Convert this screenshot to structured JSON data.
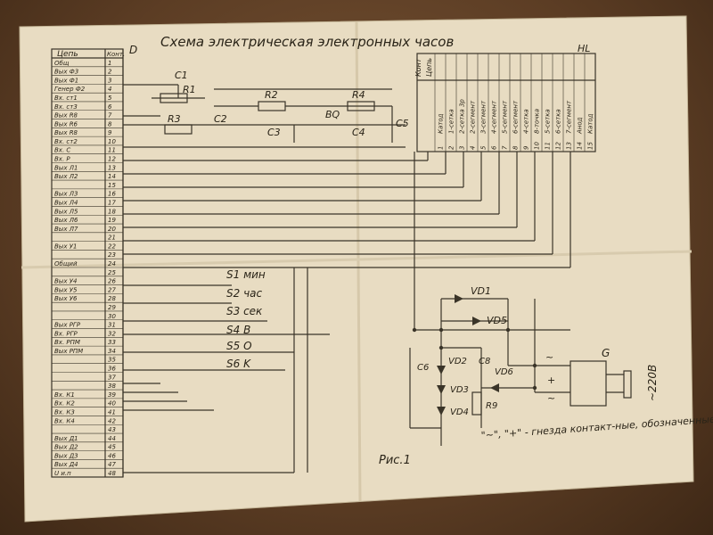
{
  "title": "Схема электрическая электронных часов",
  "designators": {
    "D": "D",
    "HL": "HL",
    "G": "G"
  },
  "left_table": {
    "header_col1": "Цепь",
    "header_col2": "Конт.",
    "rows": [
      {
        "n": "1",
        "name": "Общ"
      },
      {
        "n": "2",
        "name": "Вых Ф3"
      },
      {
        "n": "3",
        "name": "Вых Ф1"
      },
      {
        "n": "4",
        "name": "Генер Ф2"
      },
      {
        "n": "5",
        "name": "Вх. ст1"
      },
      {
        "n": "6",
        "name": "Вх. ст3"
      },
      {
        "n": "7",
        "name": "Вых R8"
      },
      {
        "n": "8",
        "name": "Вых R6"
      },
      {
        "n": "9",
        "name": "Вых R8"
      },
      {
        "n": "10",
        "name": "Вх. ст2"
      },
      {
        "n": "11",
        "name": "Вх. С"
      },
      {
        "n": "12",
        "name": "Вх. Р"
      },
      {
        "n": "13",
        "name": "Вых Л1"
      },
      {
        "n": "14",
        "name": "Вых Л2"
      },
      {
        "n": "15",
        "name": ""
      },
      {
        "n": "16",
        "name": "Вых Л3"
      },
      {
        "n": "17",
        "name": "Вых Л4"
      },
      {
        "n": "18",
        "name": "Вых Л5"
      },
      {
        "n": "19",
        "name": "Вых Л6"
      },
      {
        "n": "20",
        "name": "Вых Л7"
      },
      {
        "n": "21",
        "name": ""
      },
      {
        "n": "22",
        "name": "Вых У1"
      },
      {
        "n": "23",
        "name": ""
      },
      {
        "n": "24",
        "name": "Общий"
      },
      {
        "n": "25",
        "name": ""
      },
      {
        "n": "26",
        "name": "Вых У4"
      },
      {
        "n": "27",
        "name": "Вых У5"
      },
      {
        "n": "28",
        "name": "Вых У6"
      },
      {
        "n": "29",
        "name": ""
      },
      {
        "n": "30",
        "name": ""
      },
      {
        "n": "31",
        "name": "Вых РГР"
      },
      {
        "n": "32",
        "name": "Вх. РГР"
      },
      {
        "n": "33",
        "name": "Вх. РПМ"
      },
      {
        "n": "34",
        "name": "Вых РПМ"
      },
      {
        "n": "35",
        "name": ""
      },
      {
        "n": "36",
        "name": ""
      },
      {
        "n": "37",
        "name": ""
      },
      {
        "n": "38",
        "name": ""
      },
      {
        "n": "39",
        "name": "Вх. К1"
      },
      {
        "n": "40",
        "name": "Вх. К2"
      },
      {
        "n": "41",
        "name": "Вх. К3"
      },
      {
        "n": "42",
        "name": "Вх. К4"
      },
      {
        "n": "43",
        "name": ""
      },
      {
        "n": "44",
        "name": "Вых Д1"
      },
      {
        "n": "45",
        "name": "Вых Д2"
      },
      {
        "n": "46",
        "name": "Вых Д3"
      },
      {
        "n": "47",
        "name": "Вых Д4"
      },
      {
        "n": "48",
        "name": "U и.п"
      }
    ]
  },
  "right_table": {
    "header_col1": "Конт",
    "header_col2": "Цепь",
    "rows": [
      {
        "n": "1",
        "name": "Катод"
      },
      {
        "n": "2",
        "name": "1-сетка"
      },
      {
        "n": "3",
        "name": "2-сетка 3р"
      },
      {
        "n": "4",
        "name": "2-сегмент"
      },
      {
        "n": "5",
        "name": "3-сегмент"
      },
      {
        "n": "6",
        "name": "4-сегмент"
      },
      {
        "n": "7",
        "name": "5-сегмент"
      },
      {
        "n": "8",
        "name": "6-сегмент"
      },
      {
        "n": "9",
        "name": "4-сетка"
      },
      {
        "n": "10",
        "name": "8-точка"
      },
      {
        "n": "11",
        "name": "5-сетка"
      },
      {
        "n": "12",
        "name": "6-сетка"
      },
      {
        "n": "13",
        "name": "7-сегмент"
      },
      {
        "n": "14",
        "name": "Анод"
      },
      {
        "n": "15",
        "name": "Катод"
      }
    ]
  },
  "components": {
    "C1": "C1",
    "R1": "R1",
    "R2": "R2",
    "R3": "R3",
    "R4": "R4",
    "C2": "C2",
    "C3": "C3",
    "BQ": "BQ",
    "C4": "C4",
    "C5": "C5",
    "VD1": "VD1",
    "VD5": "VD5",
    "VD2": "VD2",
    "VD3": "VD3",
    "VD4": "VD4",
    "VD6": "VD6",
    "C6": "C6",
    "C8": "C8",
    "R9": "R9"
  },
  "switches": [
    {
      "id": "S1",
      "label": "S1 мин"
    },
    {
      "id": "S2",
      "label": "S2 час"
    },
    {
      "id": "S3",
      "label": "S3 сек"
    },
    {
      "id": "S4",
      "label": "S4 B"
    },
    {
      "id": "S5",
      "label": "S5 O"
    },
    {
      "id": "S6",
      "label": "S6 K"
    }
  ],
  "power": {
    "label": "~220В",
    "ac1": "~",
    "plus": "+",
    "minus": "−",
    "ac2": "~",
    "dc_plus": "+"
  },
  "figure_label": "Рис.1",
  "note": "\"~\", \"+\" - гнезда контакт-ные, обозначенные на печат-ной плате"
}
